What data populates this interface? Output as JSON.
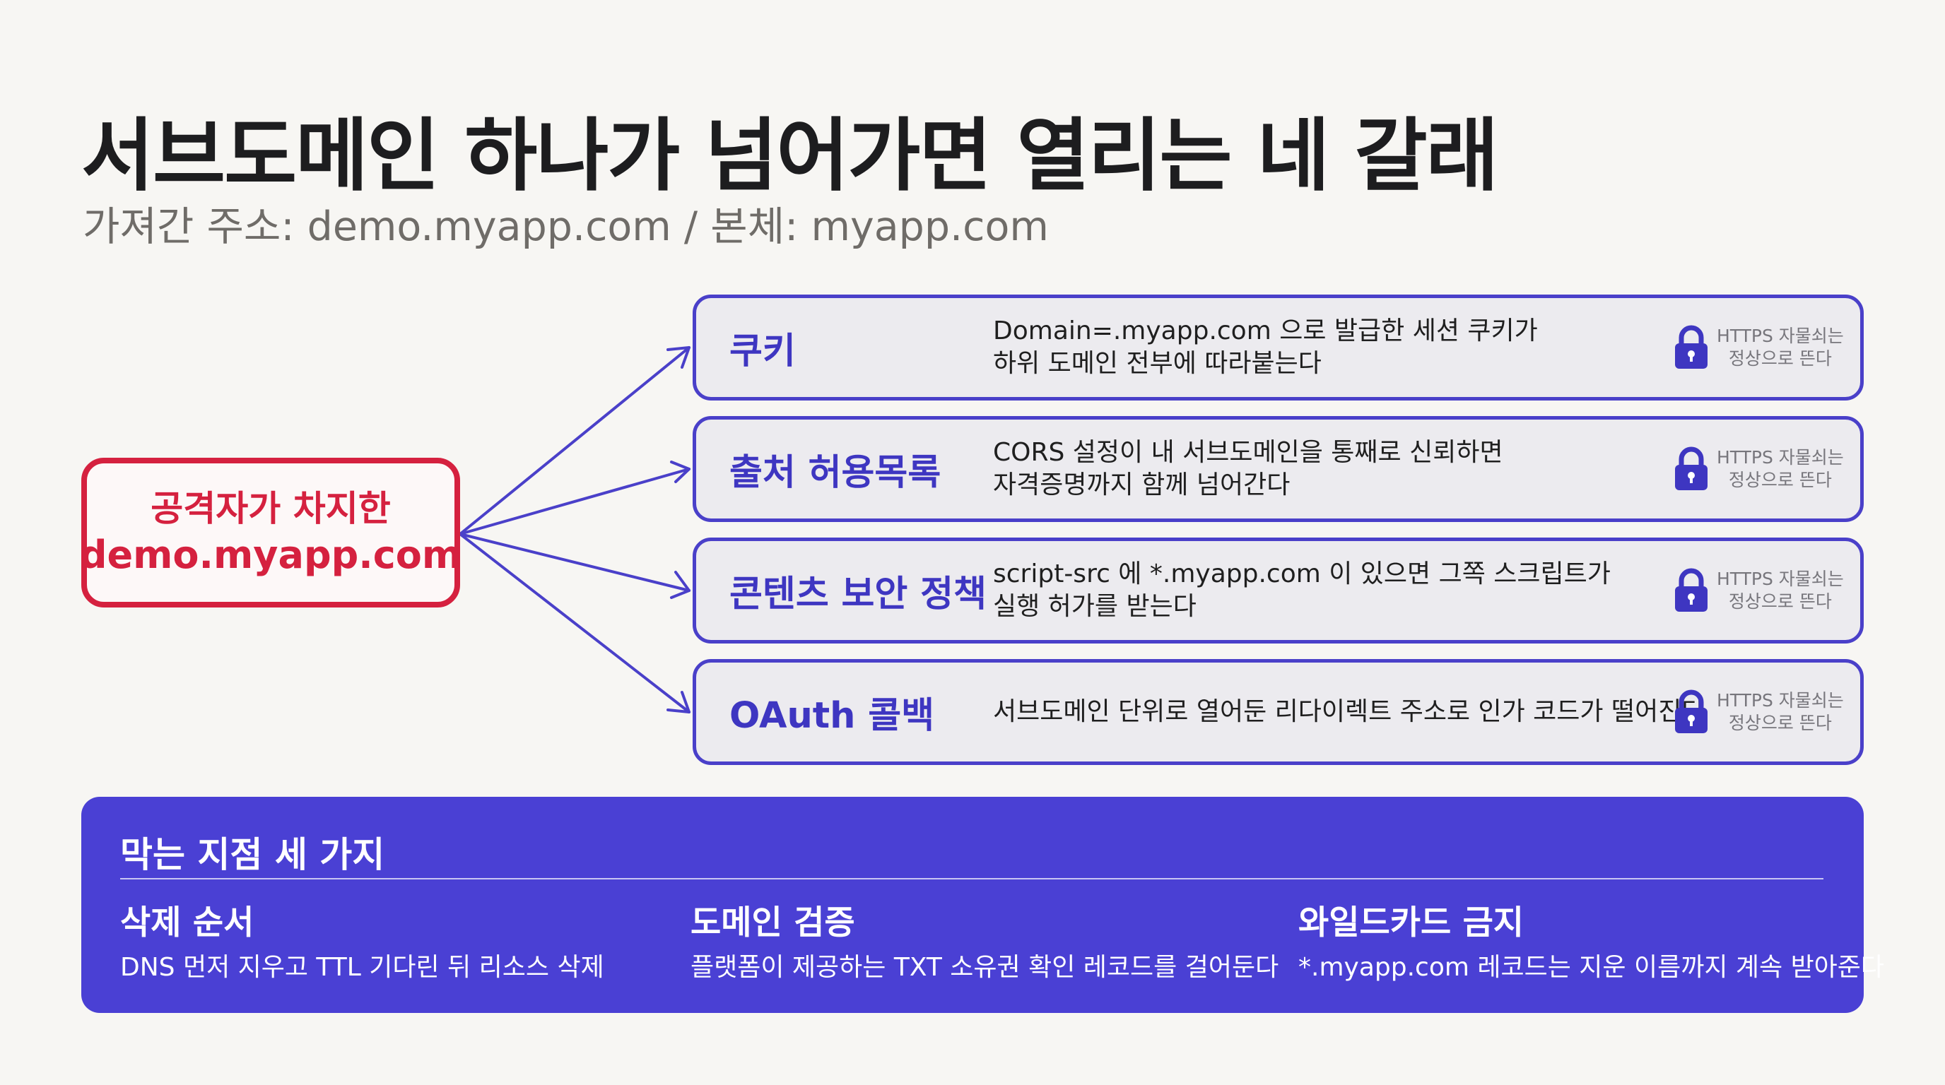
{
  "title": "서브도메인 하나가 넘어가면 열리는 네 갈래",
  "subtitle": "가져간 주소: demo.myapp.com / 본체: myapp.com",
  "origin": {
    "line1": "공격자가 차지한",
    "line2": "demo.myapp.com"
  },
  "vectors": [
    {
      "name": "쿠키",
      "desc": "Domain=.myapp.com 으로 발급한 세션 쿠키가\n하위 도메인 전부에 따라붙는다",
      "note": "HTTPS 자물쇠는\n정상으로 뜬다"
    },
    {
      "name": "출처 허용목록",
      "desc": "CORS 설정이 내 서브도메인을 통째로 신뢰하면\n자격증명까지 함께 넘어간다",
      "note": "HTTPS 자물쇠는\n정상으로 뜬다"
    },
    {
      "name": "콘텐츠 보안 정책",
      "desc": "script-src 에 *.myapp.com 이 있으면 그쪽 스크립트가\n실행 허가를 받는다",
      "note": "HTTPS 자물쇠는\n정상으로 뜬다"
    },
    {
      "name": "OAuth 콜백",
      "desc": "서브도메인 단위로 열어둔 리다이렉트 주소로 인가 코드가 떨어진다",
      "note": "HTTPS 자물쇠는\n정상으로 뜬다"
    }
  ],
  "mitigation": {
    "title": "막는 지점 세 가지",
    "items": [
      {
        "heading": "삭제 순서",
        "text": "DNS 먼저 지우고 TTL 기다린 뒤 리소스 삭제"
      },
      {
        "heading": "도메인 검증",
        "text": "플랫폼이 제공하는 TXT 소유권 확인 레코드를 걸어둔다"
      },
      {
        "heading": "와일드카드 금지",
        "text": "*.myapp.com 레코드는 지운 이름까지 계속 받아준다"
      }
    ]
  },
  "colors": {
    "attacker": "#d5213f",
    "accent": "#4a40c9",
    "panel": "#4a40d4",
    "background": "#f7f6f3"
  },
  "icons": {
    "lock": "lock-icon"
  }
}
